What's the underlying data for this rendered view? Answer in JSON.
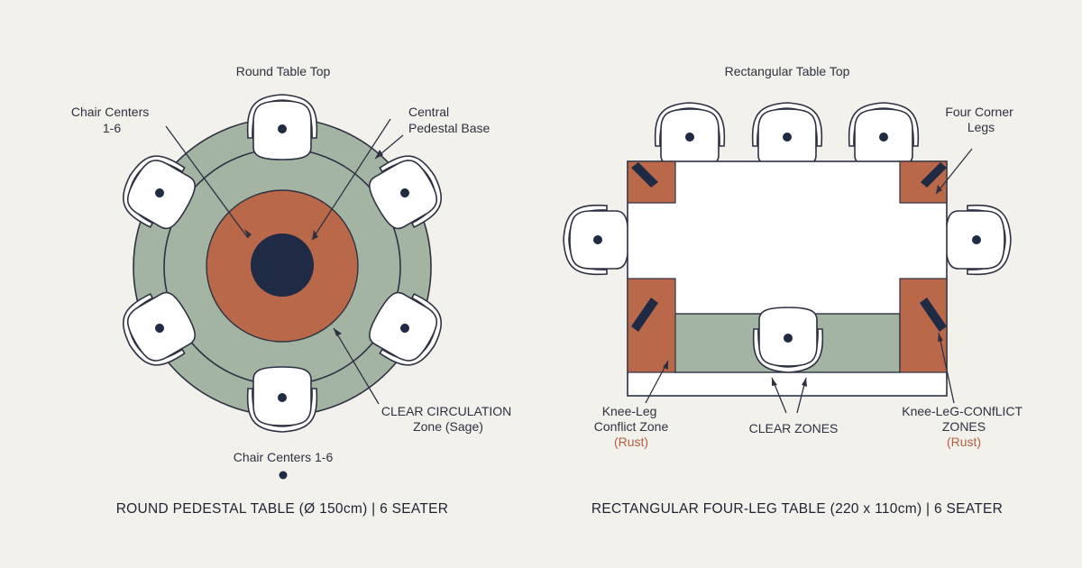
{
  "round": {
    "title": "Round Table Top",
    "label_chair_centers": [
      "Chair Centers",
      "1-6"
    ],
    "label_pedestal": [
      "Central",
      "Pedestal Base"
    ],
    "label_circulation": [
      "CLEAR CIRCULATION",
      "Zone (Sage)"
    ],
    "label_chair_centers_bottom": "Chair Centers 1-6",
    "caption": "ROUND PEDESTAL TABLE (Ø 150cm) | 6 SEATER"
  },
  "rect": {
    "title": "Rectangular Table Top",
    "label_legs": [
      "Four Corner",
      "Legs"
    ],
    "label_knee_left": [
      "Knee-Leg",
      "Conflict Zone"
    ],
    "label_knee_left_note": "(Rust)",
    "label_clear": "CLEAR ZONES",
    "label_knee_right": [
      "Knee-LeG-CONfLICT",
      "ZONES"
    ],
    "label_knee_right_note": "(Rust)",
    "caption": "RECTANGULAR FOUR-LEG TABLE (220 x 110cm) | 6 SEATER"
  },
  "colors": {
    "background": "#f3f1ec",
    "sage": "#a4b4a3",
    "rust": "#b9694a",
    "navy": "#1f2a44",
    "line": "#2d3142"
  }
}
